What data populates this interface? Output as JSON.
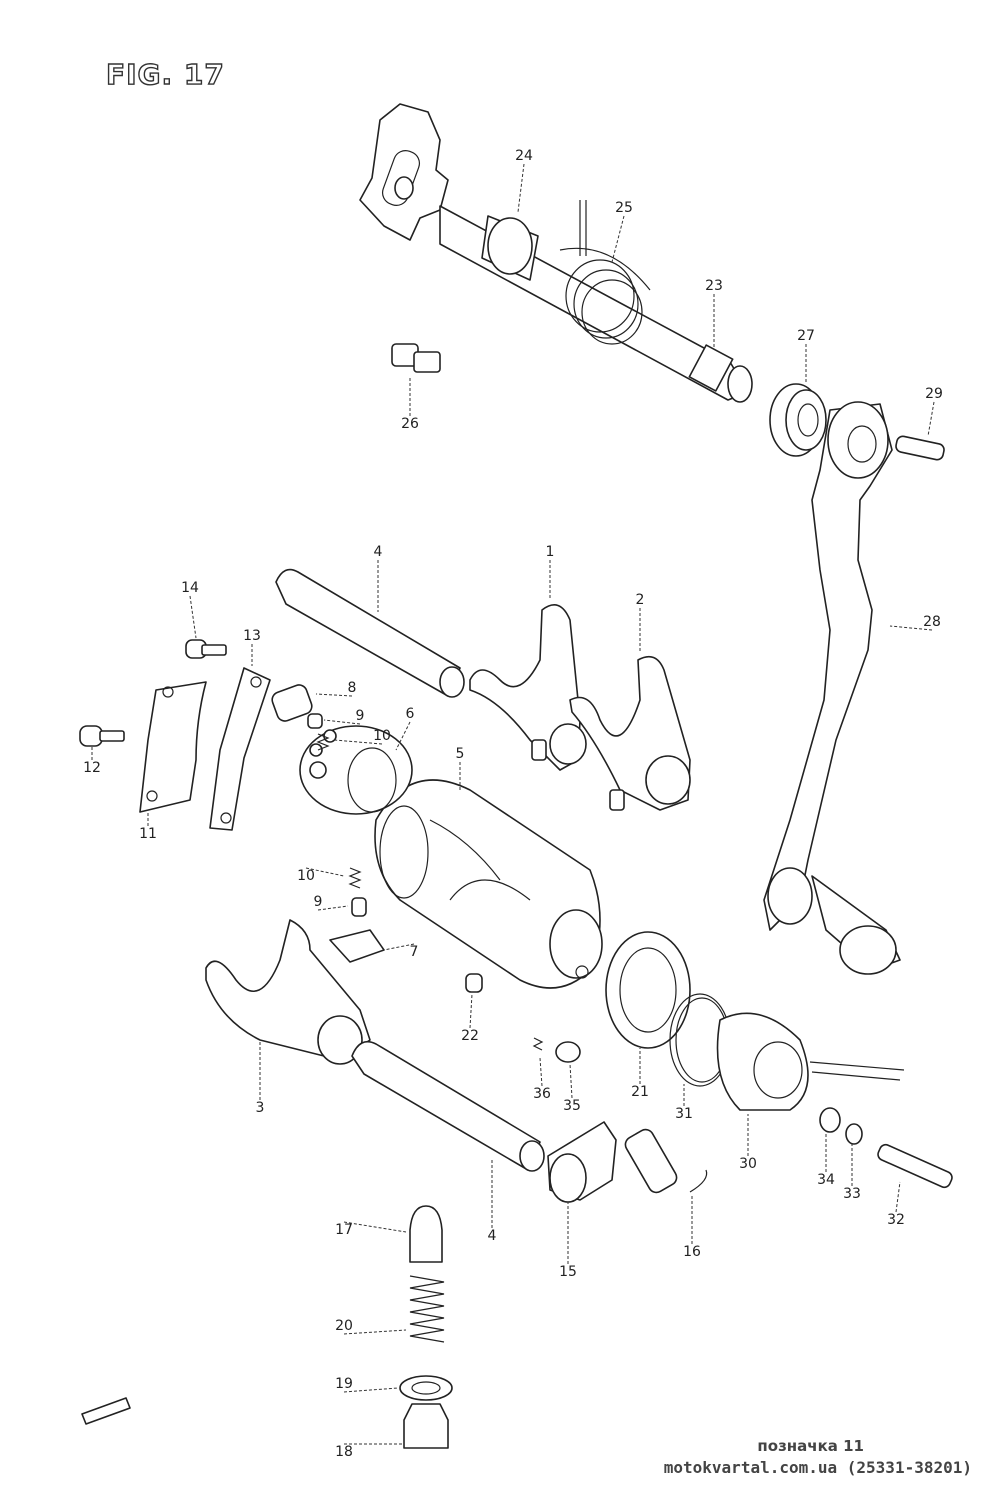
{
  "figure": {
    "title": "FIG. 17"
  },
  "parts": [
    {
      "id": "p1",
      "label": "1"
    },
    {
      "id": "p2",
      "label": "2"
    },
    {
      "id": "p3",
      "label": "3"
    },
    {
      "id": "p4a",
      "label": "4"
    },
    {
      "id": "p4b",
      "label": "4"
    },
    {
      "id": "p5",
      "label": "5"
    },
    {
      "id": "p6",
      "label": "6"
    },
    {
      "id": "p7",
      "label": "7"
    },
    {
      "id": "p8",
      "label": "8"
    },
    {
      "id": "p9a",
      "label": "9"
    },
    {
      "id": "p9b",
      "label": "9"
    },
    {
      "id": "p10a",
      "label": "10"
    },
    {
      "id": "p10b",
      "label": "10"
    },
    {
      "id": "p11",
      "label": "11"
    },
    {
      "id": "p12",
      "label": "12"
    },
    {
      "id": "p13",
      "label": "13"
    },
    {
      "id": "p14",
      "label": "14"
    },
    {
      "id": "p15",
      "label": "15"
    },
    {
      "id": "p16",
      "label": "16"
    },
    {
      "id": "p17",
      "label": "17"
    },
    {
      "id": "p18",
      "label": "18"
    },
    {
      "id": "p19",
      "label": "19"
    },
    {
      "id": "p20",
      "label": "20"
    },
    {
      "id": "p21",
      "label": "21"
    },
    {
      "id": "p22",
      "label": "22"
    },
    {
      "id": "p23",
      "label": "23"
    },
    {
      "id": "p24",
      "label": "24"
    },
    {
      "id": "p25",
      "label": "25"
    },
    {
      "id": "p26",
      "label": "26"
    },
    {
      "id": "p27",
      "label": "27"
    },
    {
      "id": "p28",
      "label": "28"
    },
    {
      "id": "p29",
      "label": "29"
    },
    {
      "id": "p30",
      "label": "30"
    },
    {
      "id": "p31",
      "label": "31"
    },
    {
      "id": "p32",
      "label": "32"
    },
    {
      "id": "p33",
      "label": "33"
    },
    {
      "id": "p34",
      "label": "34"
    },
    {
      "id": "p35",
      "label": "35"
    },
    {
      "id": "p36",
      "label": "36"
    }
  ],
  "footer": {
    "note": "позначка 11",
    "source": "motokvartal.com.ua (25331-38201)"
  }
}
